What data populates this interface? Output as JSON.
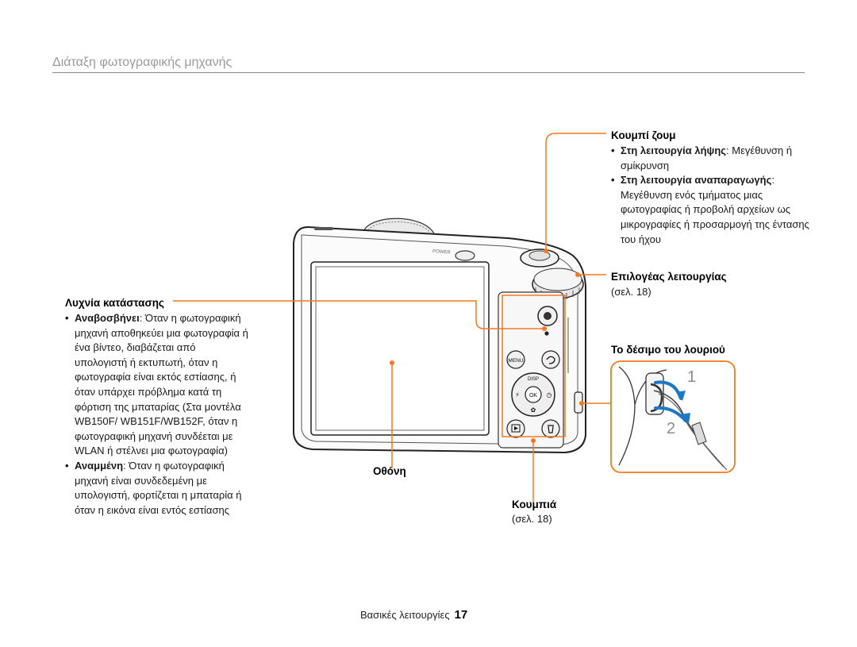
{
  "header": {
    "title": "Διάταξη φωτογραφικής μηχανής"
  },
  "camera": {
    "power_label": "POWER",
    "menu_label": "MENU",
    "disp_label": "DISP",
    "ok_label": "OK"
  },
  "zoom": {
    "title": "Κουμπί ζουμ",
    "items": [
      {
        "lead": "Στη λειτουργία λήψης",
        "text": ": Μεγέθυνση ή σμίκρυνση"
      },
      {
        "lead": "Στη λειτουργία αναπαραγωγής",
        "text": ": Μεγέθυνση ενός τμήματος μιας φωτογραφίας ή προβολή αρχείων ως μικρογραφίες ή προσαρμογή της έντασης του ήχου"
      }
    ]
  },
  "mode_dial": {
    "title": "Επιλογέας λειτουργίας",
    "ref": "(σελ. 18)"
  },
  "strap": {
    "title": "Το δέσιμο του λουριού",
    "step1": "1",
    "step2": "2"
  },
  "status_lamp": {
    "title": "Λυχνία κατάστασης",
    "items": [
      {
        "lead": "Αναβοσβήνει",
        "text": ": Όταν η φωτογραφική μηχανή αποθηκεύει μια φωτογραφία ή ένα βίντεο, διαβάζεται από υπολογιστή ή εκτυπωτή, όταν η φωτογραφία είναι εκτός εστίασης, ή όταν υπάρχει πρόβλημα κατά τη φόρτιση της μπαταρίας (Στα μοντέλα WB150F/ WB151F/WB152F, όταν η φωτογραφική μηχανή συνδέεται με WLAN ή στέλνει μια φωτογραφία)"
      },
      {
        "lead": "Αναμμένη",
        "text": ": Όταν η φωτογραφική μηχανή είναι συνδεδεμένη με υπολογιστή, φορτίζεται η μπαταρία ή όταν η εικόνα είναι εντός εστίασης"
      }
    ]
  },
  "screen": {
    "title": "Οθόνη"
  },
  "buttons": {
    "title": "Κουμπιά",
    "ref": "(σελ. 18)"
  },
  "footer": {
    "section": "Βασικές λειτουργίες",
    "page": "17"
  },
  "colors": {
    "accent": "#f47920",
    "strap_arrow": "#1e78c8",
    "strap_number": "#8b8b8b"
  }
}
